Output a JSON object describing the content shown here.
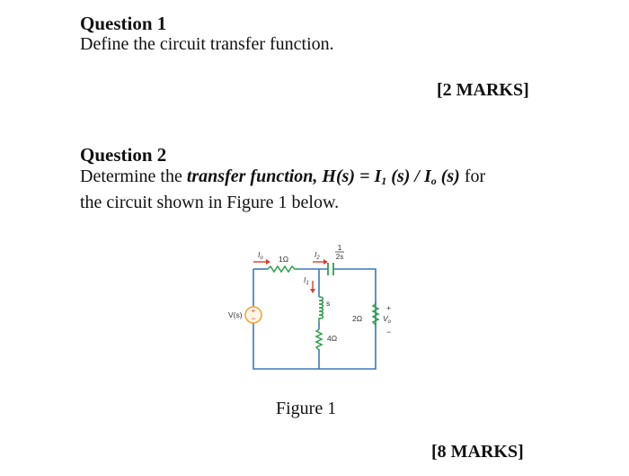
{
  "q1": {
    "heading": "Question 1",
    "text": "Define the circuit  transfer function.",
    "marks": "[2 MARKS]"
  },
  "q2": {
    "heading": "Question 2",
    "line1_pre": "Determine the ",
    "line1_bold": "transfer function, H(s) = I",
    "sub1": "1",
    "mid1": " (s) / I",
    "sub2": "o",
    "mid2": " (s)",
    "line1_post": " for",
    "line2": "the circuit shown in Figure 1 below.",
    "marks": "[8 MARKS]"
  },
  "figure": {
    "caption": "Figure 1",
    "labels": {
      "source": "V(s)",
      "r1": "1Ω",
      "r3": "4Ω",
      "r2": "2Ω",
      "ind": "s",
      "io": "I",
      "io_sub": "o",
      "i1": "I",
      "i1_sub": "1",
      "i2": "I",
      "i2_sub": "2",
      "vo": "V",
      "vo_sub": "o",
      "cap_num": "1",
      "cap_den": "2s",
      "plus": "+",
      "minus": "−"
    },
    "colors": {
      "wire": "#3a78b8",
      "comp": "#2e9e4a",
      "arrow": "#e23b2e",
      "source": "#f0a63a"
    }
  }
}
